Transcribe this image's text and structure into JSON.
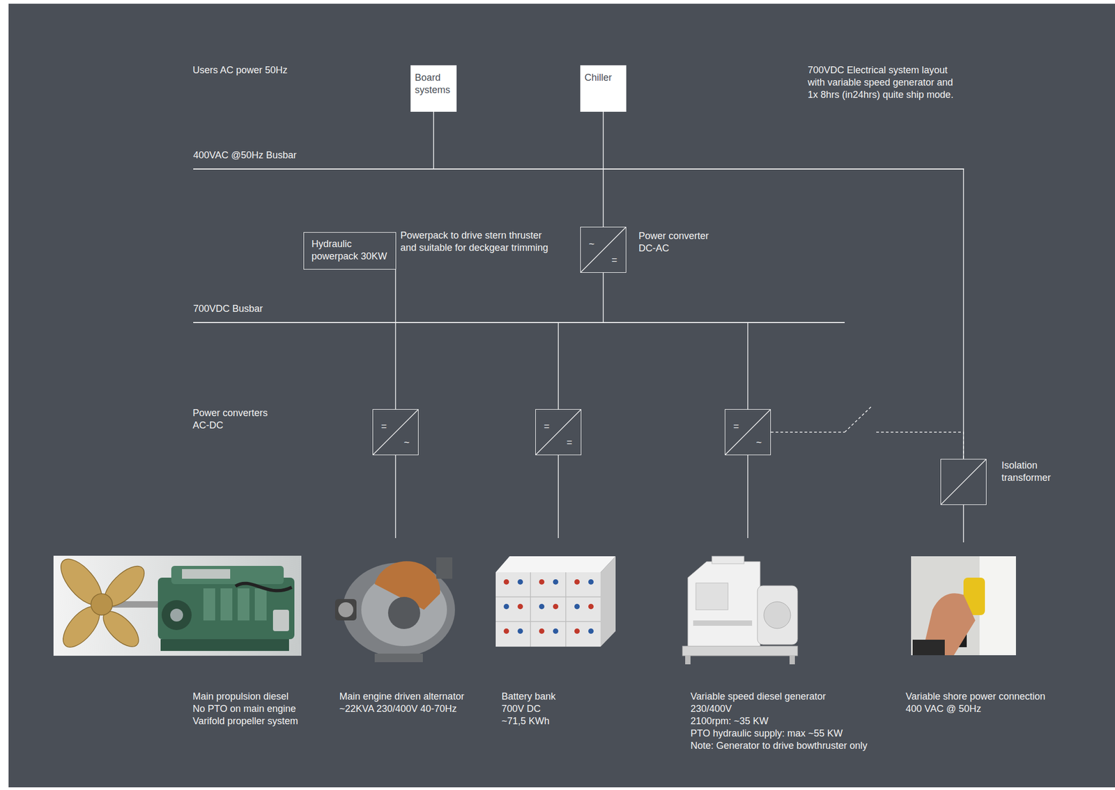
{
  "diagram": {
    "title": "700VDC Electrical system layout with variable speed generator and 1x 8hrs (in24hrs) quite ship mode.",
    "nodes": [
      {
        "text": [
          "Board systems"
        ]
      },
      {
        "text": [
          "Chiller"
        ]
      },
      {
        "text": [
          "400VAC @50Hz Busbar"
        ]
      },
      {
        "text": [
          "Hydraulic powerpack 30KW",
          "Powerpack to drive stern thruster and suitable for deckgear trimming"
        ]
      },
      {
        "text": [
          "~",
          "=",
          "Power converter DC-AC"
        ]
      },
      {
        "text": [
          "700VDC Busbar"
        ]
      },
      {
        "text": [
          "=",
          "~"
        ]
      },
      {
        "text": [
          "=",
          "="
        ]
      },
      {
        "text": [
          "=",
          "~"
        ]
      },
      {
        "text": [
          "Isolation transformer"
        ]
      },
      {
        "text": [
          "Main propulsion diesel",
          "No PTO on main engine",
          "Varifold propeller system"
        ]
      },
      {
        "text": [
          "Main engine driven alternator",
          "~22KVA 230/400V 40-70Hz"
        ]
      },
      {
        "text": [
          "Battery bank",
          "700V DC",
          "~71,5 KWh"
        ]
      },
      {
        "text": [
          "Variable speed diesel generator",
          "230/400V",
          "2100rpm: ~35 KW",
          "PTO hydraulic supply: max ~55 KW",
          "Note: Generator to drive bowthruster only"
        ]
      },
      {
        "text": [
          "Variable shore power connection",
          "400 VAC @ 50Hz"
        ]
      }
    ],
    "edges": [
      {
        "from": 0,
        "to": 2,
        "arrow": "none"
      },
      {
        "from": 1,
        "to": 2,
        "arrow": "none"
      },
      {
        "from": 2,
        "to": 4,
        "arrow": "none"
      },
      {
        "from": 4,
        "to": 5,
        "arrow": "none"
      },
      {
        "from": 3,
        "to": 5,
        "arrow": "none"
      },
      {
        "from": 5,
        "to": 6,
        "arrow": "none"
      },
      {
        "from": 5,
        "to": 7,
        "arrow": "none"
      },
      {
        "from": 5,
        "to": 8,
        "arrow": "none"
      },
      {
        "from": 6,
        "to": 11,
        "arrow": "none"
      },
      {
        "from": 7,
        "to": 12,
        "arrow": "none"
      },
      {
        "from": 8,
        "to": 13,
        "arrow": "none"
      },
      {
        "from": 2,
        "to": 9,
        "arrow": "none"
      },
      {
        "from": 9,
        "to": 14,
        "arrow": "none"
      },
      {
        "from": 8,
        "to": 9,
        "arrow": "none"
      }
    ],
    "labels": [
      "Users AC power 50Hz",
      "Power converters AC-DC"
    ]
  }
}
